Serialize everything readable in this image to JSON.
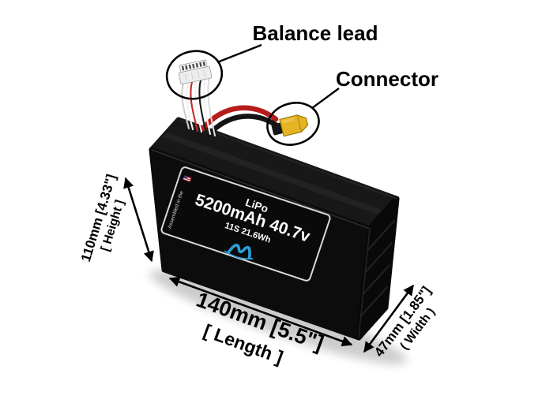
{
  "callouts": {
    "balance_lead": {
      "label": "Balance lead"
    },
    "connector": {
      "label": "Connector"
    }
  },
  "dimensions": {
    "height": {
      "value": "110mm [4.33\"]",
      "name": "[ Height ]"
    },
    "length": {
      "value": "140mm [5.5\"]",
      "name": "[ Length ]"
    },
    "width": {
      "value": "47mm [1.85\"]",
      "name": "( Width )"
    }
  },
  "battery_label": {
    "chemistry": "LiPo",
    "spec": "5200mAh 40.7v",
    "config": "11S 21.6Wh",
    "assembled_text": "Assembled in the"
  },
  "colors": {
    "annotation_ink": "#000000",
    "battery_front": "#0c0c0c",
    "battery_top": "#181818",
    "battery_end": "#090909",
    "label_bg": "#0a0a0a",
    "label_border": "#d8d8d8",
    "label_text": "#ffffff",
    "logo_blue": "#2b9fd8",
    "xt60_yellow": "#e6b422",
    "balance_housing": "#ededed"
  },
  "wires": {
    "power_red": "#b71c1c",
    "power_black": "#141414",
    "balance_colors": [
      "#cfcfcf",
      "#f2f2f2",
      "#c62828",
      "#f2f2f2",
      "#1c1c1c",
      "#f2f2f2",
      "#dcdcdc"
    ]
  }
}
